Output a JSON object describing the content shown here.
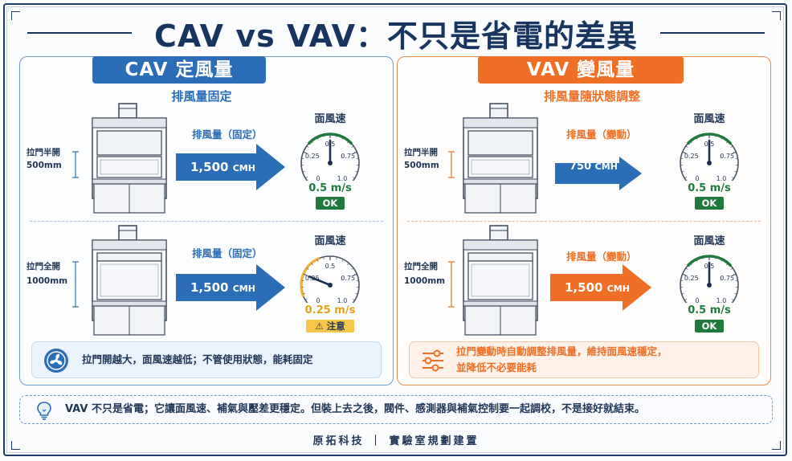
{
  "title": "CAV vs VAV：不只是省電的差異",
  "cav": {
    "header": "CAV 定風量",
    "subtitle": "排風量固定",
    "rows": [
      {
        "door_label": "拉門半開",
        "door_size": "500mm",
        "flow_label": "排風量（固定）",
        "flow_value": "1,500",
        "flow_unit": "CMH",
        "gauge_title": "面風速",
        "gauge_ticks": [
          "0.5",
          "0.25",
          "0.75",
          "0",
          "1.0"
        ],
        "gauge_value": 0.5,
        "speed": "0.5 m/s",
        "status": "OK"
      },
      {
        "door_label": "拉門全開",
        "door_size": "1000mm",
        "flow_label": "排風量（固定）",
        "flow_value": "1,500",
        "flow_unit": "CMH",
        "gauge_title": "面風速",
        "gauge_ticks": [
          "0.5",
          "0.25",
          "0.75",
          "0",
          "1.0"
        ],
        "gauge_value": 0.25,
        "speed": "0.25 m/s",
        "status": "注意"
      }
    ],
    "callout": "拉門開越大，面風速越低；不管使用狀態，能耗固定"
  },
  "vav": {
    "header": "VAV 變風量",
    "subtitle": "排風量隨狀態調整",
    "rows": [
      {
        "door_label": "拉門半開",
        "door_size": "500mm",
        "flow_label": "排風量（變動）",
        "flow_value": "750",
        "flow_unit": "CMH",
        "gauge_title": "面風速",
        "gauge_ticks": [
          "0.5",
          "0.25",
          "0.75",
          "0",
          "1.0"
        ],
        "gauge_value": 0.5,
        "speed": "0.5 m/s",
        "status": "OK"
      },
      {
        "door_label": "拉門全開",
        "door_size": "1000mm",
        "flow_label": "排風量（變動）",
        "flow_value": "1,500",
        "flow_unit": "CMH",
        "gauge_title": "面風速",
        "gauge_ticks": [
          "0.5",
          "0.25",
          "0.75",
          "0",
          "1.0"
        ],
        "gauge_value": 0.5,
        "speed": "0.5 m/s",
        "status": "OK"
      }
    ],
    "callout_line1": "拉門變動時自動調整排風量，維持面風速穩定，",
    "callout_line2": "並降低不必要能耗"
  },
  "note": "VAV 不只是省電；它讓面風速、補氣與壓差更穩定。但裝上去之後，閥件、感測器與補氣控制要一起調校，不是接好就結束。",
  "footer": "原拓科技 ｜ 實驗室規劃建置",
  "colors": {
    "navy": "#17355f",
    "cav_blue": "#2b6db6",
    "vav_orange": "#ee6f25",
    "ok_green": "#1f7a3e",
    "warn_yellow": "#f5c64a"
  },
  "icons": {
    "fan": "fan-icon",
    "sliders": "sliders-icon",
    "bulb": "lightbulb-icon",
    "warning": "warning-triangle-icon"
  }
}
